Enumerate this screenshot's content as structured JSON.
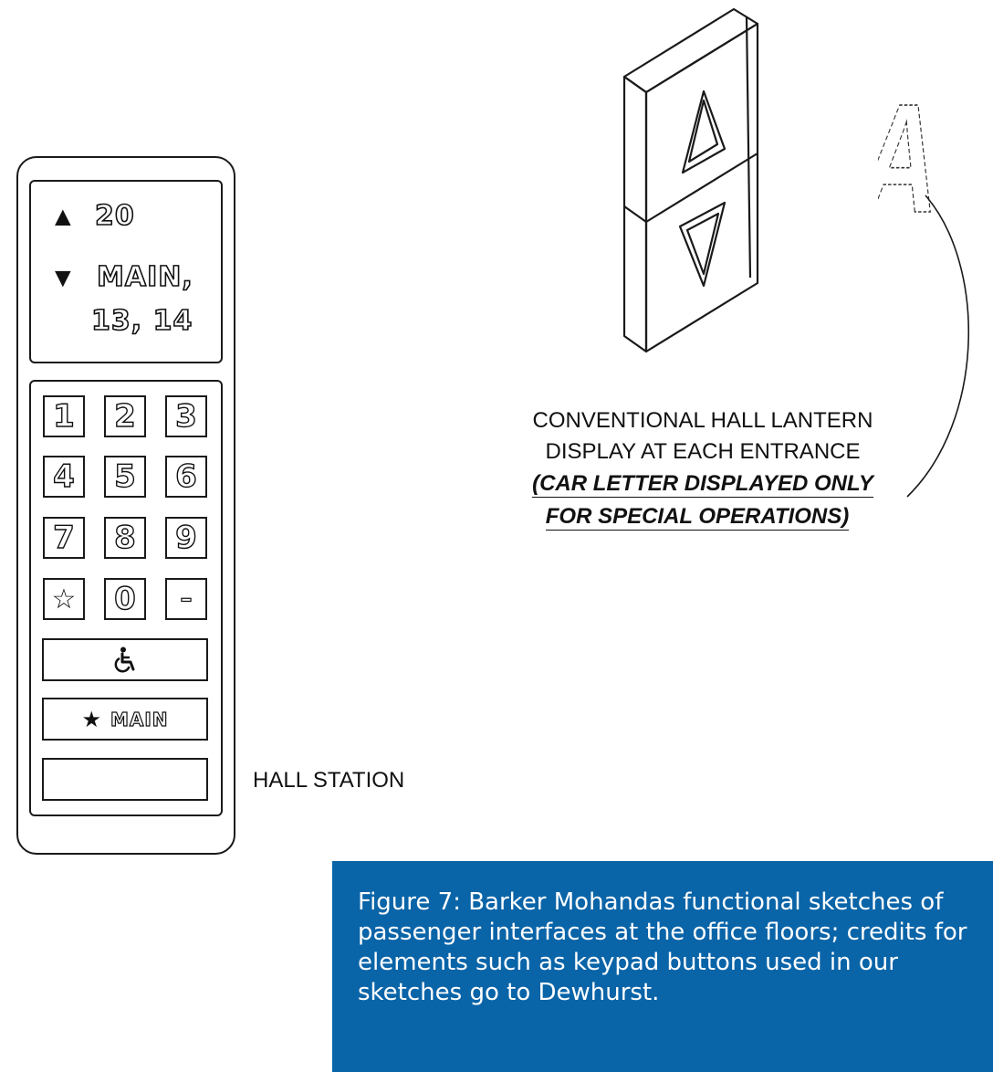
{
  "hall_station": {
    "display": {
      "up_arrow": "▲",
      "up_floors": "20",
      "down_arrow": "▼",
      "down_floors_line1": "MAIN,",
      "down_floors_line2": "13, 14"
    },
    "keypad": {
      "keys": [
        "1",
        "2",
        "3",
        "4",
        "5",
        "6",
        "7",
        "8",
        "9",
        "☆",
        "0",
        "–"
      ],
      "accessibility_icon": "wheelchair-icon",
      "main_button_star": "★",
      "main_button_label": "MAIN"
    },
    "label": "HALL STATION"
  },
  "hall_lantern": {
    "car_letter": "A",
    "caption_line1": "CONVENTIONAL HALL LANTERN",
    "caption_line2": "DISPLAY AT EACH ENTRANCE",
    "caption_line3": "(CAR LETTER DISPLAYED ONLY",
    "caption_line4": "FOR SPECIAL OPERATIONS)"
  },
  "figure_caption": "Figure 7: Barker Mohandas functional sketches of passenger interfaces at the office floors; credits for elements such as keypad buttons used in our sketches go to Dewhurst.",
  "colors": {
    "caption_background": "#0a64a8",
    "line": "#1a1a1a"
  }
}
